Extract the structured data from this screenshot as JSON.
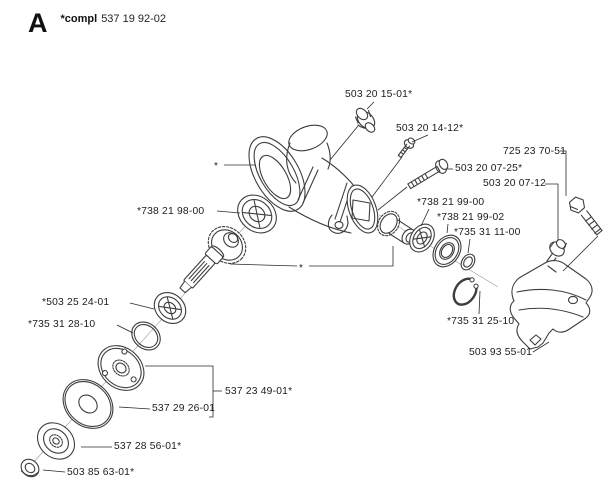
{
  "header": {
    "view_letter": "A",
    "compl_label": "*compl",
    "compl_number": "537 19 92-02"
  },
  "markers": {
    "asterisk": "*"
  },
  "colors": {
    "line_art": "#3d3d3d",
    "leader": "#2a2a2a",
    "text": "#1c1c1c",
    "background": "#ffffff"
  },
  "parts": [
    {
      "id": "503-20-15-01",
      "text": "503 20 15-01*"
    },
    {
      "id": "503-20-14-12",
      "text": "503 20 14-12*"
    },
    {
      "id": "725-23-70-51",
      "text": "725 23 70-51"
    },
    {
      "id": "503-20-07-25",
      "text": "503 20 07-25*"
    },
    {
      "id": "503-20-07-12",
      "text": "503 20 07-12"
    },
    {
      "id": "738-21-98-00",
      "text": "*738 21 98-00"
    },
    {
      "id": "738-21-99-00",
      "text": "*738 21 99-00"
    },
    {
      "id": "738-21-99-02",
      "text": "*738 21 99-02"
    },
    {
      "id": "735-31-11-00",
      "text": "*735 31 11-00"
    },
    {
      "id": "735-31-25-10",
      "text": "*735 31 25-10"
    },
    {
      "id": "503-93-55-01",
      "text": "503 93 55-01"
    },
    {
      "id": "503-25-24-01",
      "text": "*503 25 24-01"
    },
    {
      "id": "735-31-28-10",
      "text": "*735 31 28-10"
    },
    {
      "id": "537-23-49-01",
      "text": "537 23 49-01*"
    },
    {
      "id": "537-29-26-01",
      "text": "537 29 26-01"
    },
    {
      "id": "537-28-56-01",
      "text": "537 28 56-01*"
    },
    {
      "id": "503-85-63-01",
      "text": "503 85 63-01*"
    }
  ]
}
